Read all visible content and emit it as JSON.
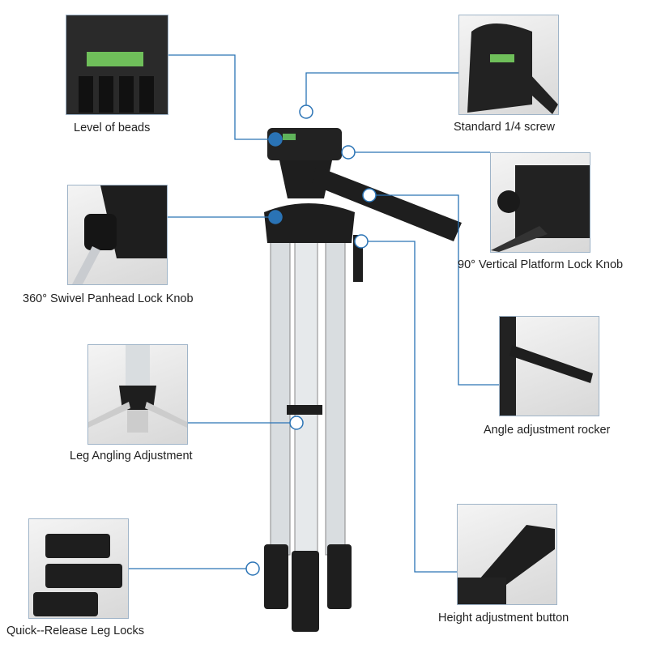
{
  "callouts": [
    {
      "id": "level",
      "label": "Level of beads"
    },
    {
      "id": "screw",
      "label": "Standard 1/4 screw"
    },
    {
      "id": "vertical",
      "label": "90°  Vertical Platform Lock Knob"
    },
    {
      "id": "swivel",
      "label": "360°  Swivel Panhead Lock Knob"
    },
    {
      "id": "angle",
      "label": "Angle adjustment rocker"
    },
    {
      "id": "leg-angle",
      "label": "Leg Angling Adjustment"
    },
    {
      "id": "height",
      "label": "Height adjustment button"
    },
    {
      "id": "quick",
      "label": "Quick--Release Leg Locks"
    }
  ],
  "colors": {
    "line": "#2a73b5",
    "tripod_dark": "#1e1e1e",
    "tripod_silver": "#d9dde0"
  }
}
